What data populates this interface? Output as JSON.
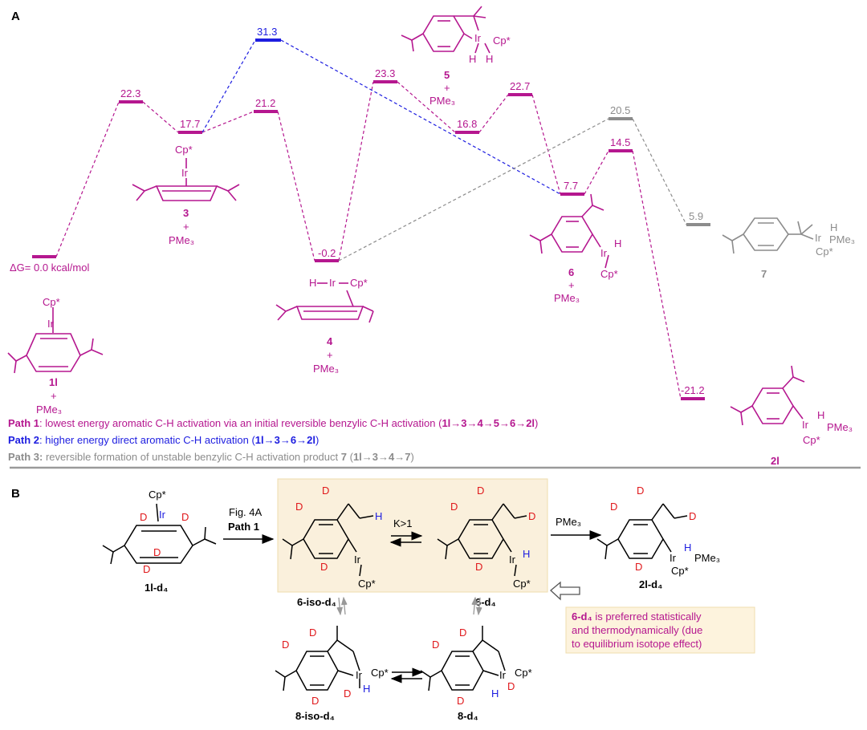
{
  "colors": {
    "path1": "#b5178f",
    "path2": "#1d1de0",
    "path3": "#8c8c8c",
    "deuterium": "#e0191c",
    "hydrogen_b": "#1d1de0",
    "note_bg": "#fdf3dd",
    "box_bg": "#faf0dc"
  },
  "panel_a": {
    "label": "A",
    "dg_label": "ΔG= 0.0 kcal/mol",
    "energies": {
      "e_1l_ts": "22.3",
      "e_3": "17.7",
      "e_p2_ts": "31.3",
      "e_3_4_ts": "21.2",
      "e_4": "-0.2",
      "e_4_5_ts": "23.3",
      "e_5": "16.8",
      "e_5_6_ts": "22.7",
      "e_6": "7.7",
      "e_7_ts": "20.5",
      "e_6_2l_ts": "14.5",
      "e_7": "5.9",
      "e_2l": "-21.2"
    },
    "compounds": {
      "c1": "1l",
      "c3": "3",
      "c4": "4",
      "c5": "5",
      "c6": "6",
      "c7": "7",
      "c2l": "2l"
    },
    "plus": "+",
    "pme3": "PMe₃",
    "cp": "Cp*",
    "ir": "Ir",
    "h": "H",
    "paths": {
      "p1_label": "Path 1",
      "p1_text": ": lowest energy aromatic C-H activation via an initial reversible benzylic C-H activation (",
      "p1_seq": "1l→3→4→5→6→2l",
      "p2_label": "Path 2",
      "p2_text": ": higher energy direct aromatic C-H activation (",
      "p2_seq": "1l→3→6→2l",
      "p3_label": "Path 3:",
      "p3_text": " reversible formation of unstable benzylic C-H activation product ",
      "p3_num": "7",
      "p3_open": " (",
      "p3_seq": "1l→3→4→7",
      "close": ")"
    }
  },
  "panel_b": {
    "label": "B",
    "arrow_ref": "Fig. 4A",
    "arrow_path": "Path 1",
    "eq_k": "K>1",
    "pme3": "PMe₃",
    "d": "D",
    "labels": {
      "b1": "1l-d₄",
      "b6iso": "6-iso-d₄",
      "b6": "6-d₄",
      "b2l": "2l-d₄",
      "b8iso": "8-iso-d₄",
      "b8": "8-d₄"
    },
    "note_bold": "6-d₄",
    "note_l1": " is preferred statistically",
    "note_l2": "and thermodynamically (due",
    "note_l3": "to equilibrium isotope effect)"
  }
}
